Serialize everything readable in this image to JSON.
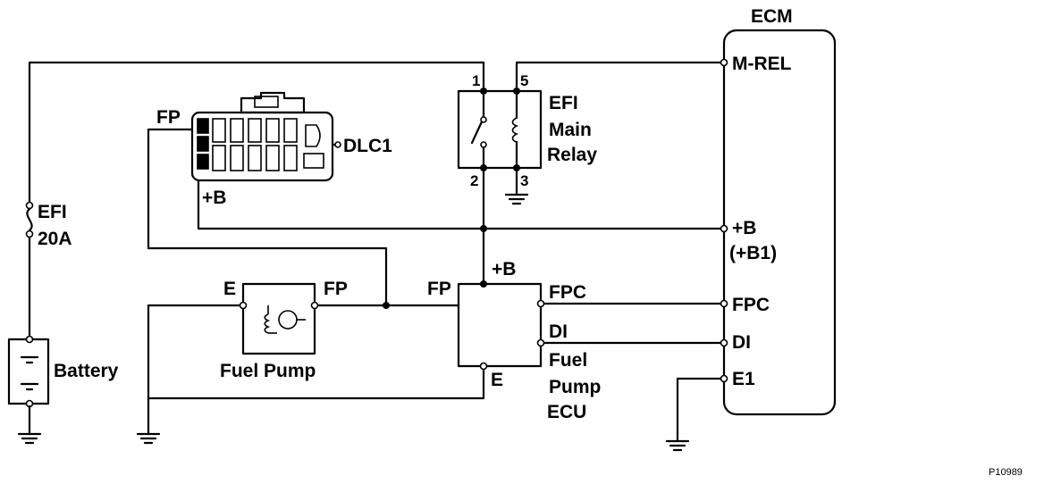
{
  "ecm": {
    "title": "ECM",
    "pins": {
      "mrel": "M-REL",
      "b": "+B",
      "b1": "(+B1)",
      "fpc": "FPC",
      "di": "DI",
      "e1": "E1"
    }
  },
  "relay": {
    "name_line1": "EFI",
    "name_line2": "Main",
    "name_line3": "Relay",
    "pin1": "1",
    "pin2": "2",
    "pin3": "3",
    "pin5": "5"
  },
  "dlc": {
    "name": "DLC1",
    "fp": "FP",
    "b": "+B"
  },
  "fuse": {
    "line1": "EFI",
    "line2": "20A"
  },
  "battery": {
    "label": "Battery"
  },
  "fuel_pump": {
    "label": "Fuel Pump",
    "e": "E",
    "fp": "FP"
  },
  "pump_ecu": {
    "fp": "FP",
    "b": "+B",
    "fpc": "FPC",
    "di": "DI",
    "e": "E",
    "name_line1": "Fuel",
    "name_line2": "Pump",
    "name_line3": "ECU"
  },
  "figure_ref": "P10989"
}
